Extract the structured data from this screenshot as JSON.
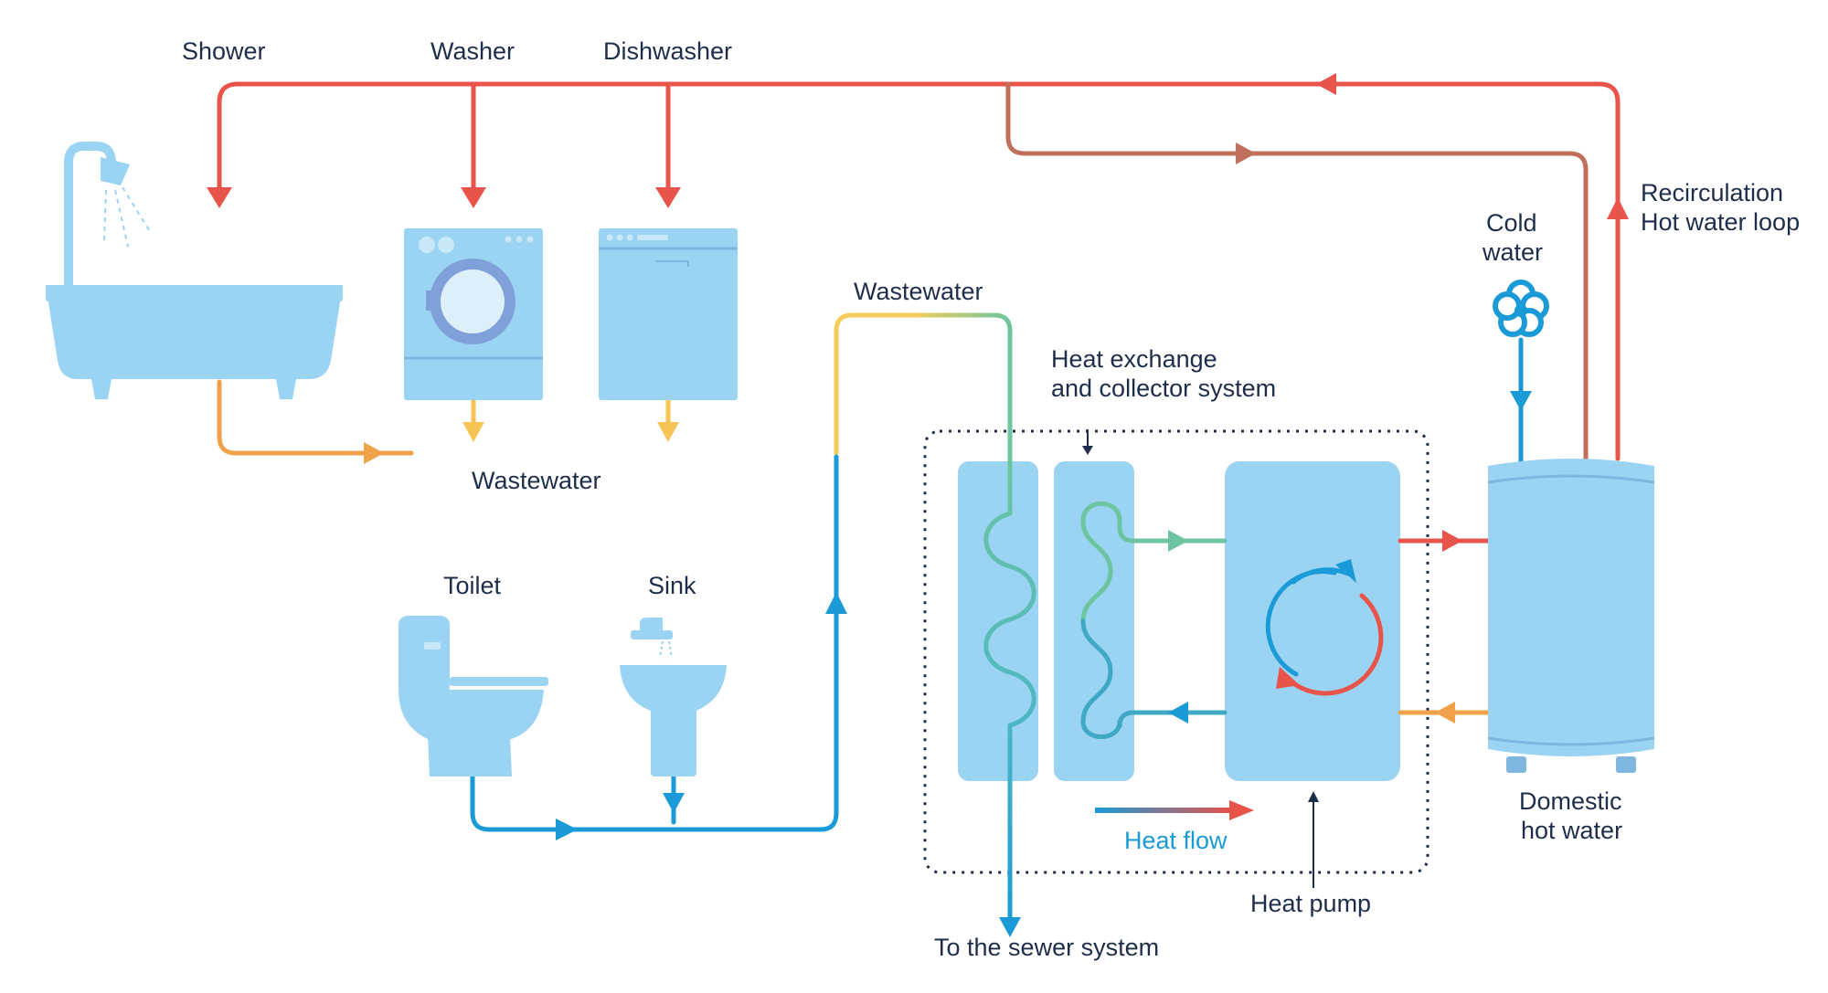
{
  "labels": {
    "shower": "Shower",
    "washer": "Washer",
    "dishwasher": "Dishwasher",
    "wastewater_top": "Wastewater",
    "wastewater_bottom": "Wastewater",
    "toilet": "Toilet",
    "sink": "Sink",
    "heat_exchange_l1": "Heat exchange",
    "heat_exchange_l2": "and collector system",
    "cold_water_l1": "Cold",
    "cold_water_l2": "water",
    "recirc_l1": "Recirculation",
    "recirc_l2": "Hot water loop",
    "domestic_l1": "Domestic",
    "domestic_l2": "hot water",
    "heat_flow": "Heat flow",
    "heat_pump": "Heat pump",
    "sewer": "To the sewer system"
  },
  "colors": {
    "hot_pipe": "#e8534a",
    "return_pipe": "#c0705a",
    "wastewater_orange": "#f0a24a",
    "wastewater_yellow": "#f5cc5a",
    "cold_blue": "#1a9ad6",
    "green": "#6cc5a0",
    "fixture": "#9bd4f2",
    "text": "#1e2e4a"
  },
  "icons": [
    "bathtub-icon",
    "shower-head-icon",
    "washing-machine-icon",
    "dishwasher-icon",
    "toilet-icon",
    "sink-icon",
    "valve-icon",
    "cycle-icon"
  ]
}
